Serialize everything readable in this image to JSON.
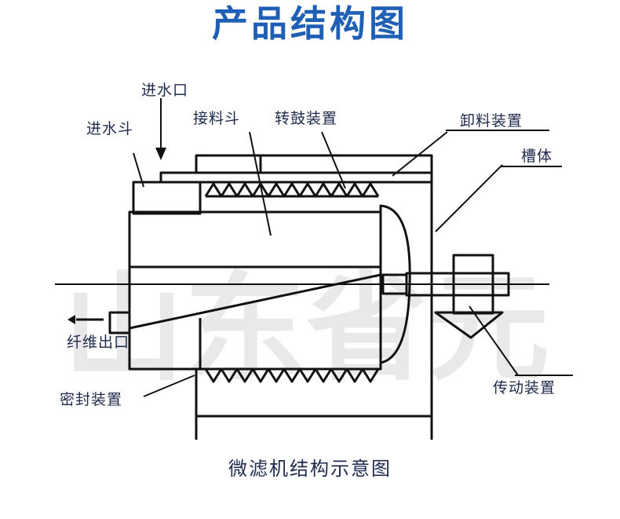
{
  "title": "产品结构图",
  "watermark": "山东省元",
  "labels": {
    "inlet": "进水口",
    "inlet_hopper": "进水斗",
    "receiving_hopper": "接料斗",
    "drum_device": "转鼓装置",
    "discharge_device": "卸料装置",
    "tank": "槽体",
    "fiber_outlet": "纤维出口",
    "seal_device": "密封装置",
    "drive_device": "传动装置"
  },
  "caption": "微滤机结构示意图",
  "colors": {
    "title": "#1f5fb5",
    "label": "#1d2a4d",
    "line": "#111111",
    "watermark": "#d8d8d8"
  }
}
